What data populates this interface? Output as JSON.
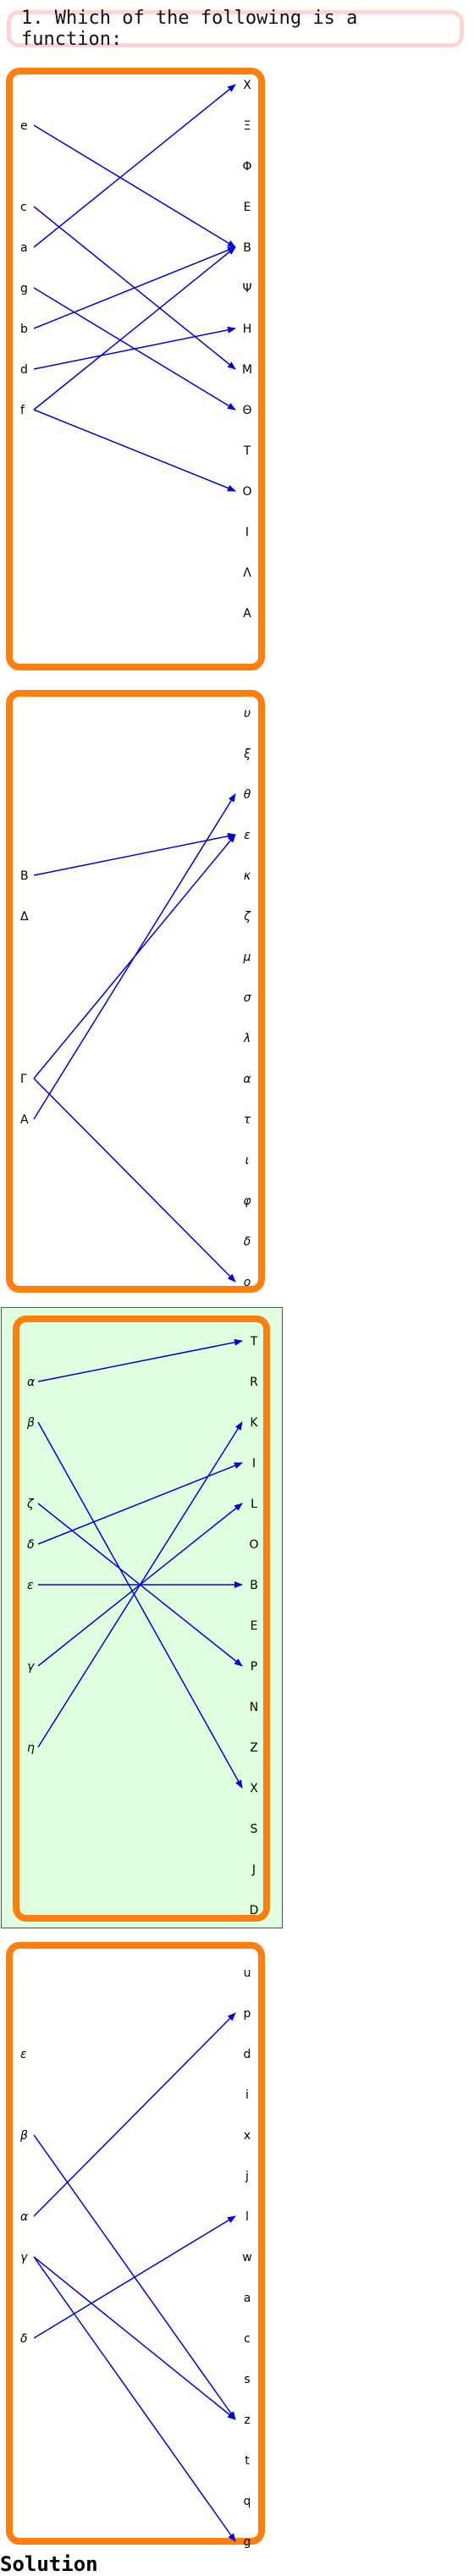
{
  "question": "1. Which of the following is a function:",
  "solution_label": "Solution",
  "colors": {
    "panel_border": "#ff7f0e",
    "arrow": "#0000dd",
    "highlight_bg": "#e0ffe0",
    "question_border": "#fcd4d4"
  },
  "mappings": [
    {
      "domain": [
        "e",
        "c",
        "a",
        "g",
        "b",
        "d",
        "f"
      ],
      "codomain": [
        "X",
        "Ξ",
        "Φ",
        "E",
        "B",
        "Ψ",
        "H",
        "M",
        "Θ",
        "T",
        "O",
        "I",
        "Λ",
        "A"
      ],
      "arrows": [
        [
          "e",
          "B"
        ],
        [
          "c",
          "M"
        ],
        [
          "a",
          "X"
        ],
        [
          "g",
          "Θ"
        ],
        [
          "b",
          "B"
        ],
        [
          "d",
          "H"
        ],
        [
          "f",
          "B"
        ],
        [
          "f",
          "O"
        ]
      ],
      "highlighted": false
    },
    {
      "domain": [
        "B",
        "Δ",
        "Γ",
        "A"
      ],
      "domain_rows": [
        4,
        5,
        9,
        10
      ],
      "codomain": [
        "υ",
        "ξ",
        "θ",
        "ε",
        "κ",
        "ζ",
        "μ",
        "σ",
        "λ",
        "α",
        "τ",
        "ι",
        "φ",
        "δ",
        "ο"
      ],
      "arrows": [
        [
          "B",
          "ε"
        ],
        [
          "Γ",
          "ε"
        ],
        [
          "Γ",
          "ο"
        ],
        [
          "A",
          "θ"
        ]
      ],
      "highlighted": false
    },
    {
      "domain": [
        "α",
        "β",
        "ζ",
        "δ",
        "ε",
        "γ",
        "η"
      ],
      "domain_rows": [
        1,
        2,
        4,
        5,
        6,
        8,
        10
      ],
      "codomain": [
        "T",
        "R",
        "K",
        "I",
        "L",
        "O",
        "B",
        "E",
        "P",
        "N",
        "Z",
        "X",
        "S",
        "J",
        "D"
      ],
      "arrows": [
        [
          "α",
          "T"
        ],
        [
          "β",
          "X"
        ],
        [
          "ζ",
          "P"
        ],
        [
          "δ",
          "I"
        ],
        [
          "ε",
          "B"
        ],
        [
          "γ",
          "L"
        ],
        [
          "η",
          "K"
        ]
      ],
      "highlighted": true
    },
    {
      "domain": [
        "ε",
        "β",
        "α",
        "γ",
        "δ"
      ],
      "domain_rows": [
        2,
        4,
        6,
        7,
        9
      ],
      "codomain": [
        "u",
        "p",
        "d",
        "i",
        "x",
        "j",
        "l",
        "w",
        "a",
        "c",
        "s",
        "z",
        "t",
        "q",
        "g"
      ],
      "arrows": [
        [
          "β",
          "z"
        ],
        [
          "α",
          "p"
        ],
        [
          "γ",
          "z"
        ],
        [
          "γ",
          "g"
        ],
        [
          "δ",
          "l"
        ]
      ],
      "highlighted": false
    }
  ]
}
